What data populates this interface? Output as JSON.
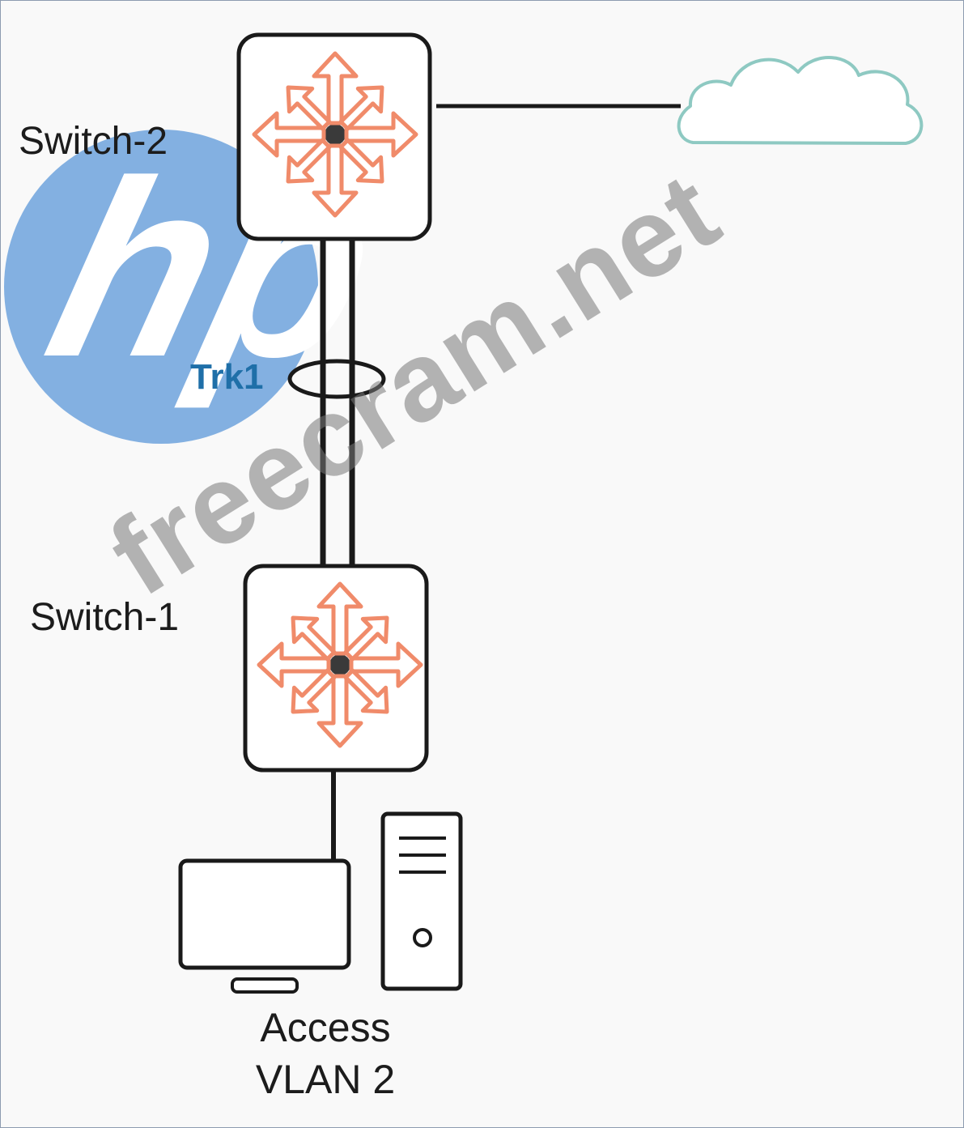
{
  "diagram": {
    "nodes": {
      "switch_2": {
        "label": "Switch-2",
        "icon": "l3-switch-icon"
      },
      "switch_1": {
        "label": "Switch-1",
        "icon": "l3-switch-icon"
      },
      "cloud": {
        "icon": "cloud-icon"
      },
      "endpoint": {
        "label_line1": "Access",
        "label_line2": "VLAN 2",
        "icon": "desktop-computer-icon"
      }
    },
    "links": [
      {
        "from": "switch_2",
        "to": "cloud",
        "type": "single"
      },
      {
        "from": "switch_2",
        "to": "switch_1",
        "type": "link-aggregation",
        "label": "Trk1",
        "member_count": 2
      },
      {
        "from": "switch_1",
        "to": "endpoint",
        "type": "single"
      }
    ]
  },
  "overlays": {
    "watermark_text": "freecram.net",
    "logo_text": "hp"
  },
  "colors": {
    "switch_arrows": "#f08b6a",
    "logo_blue": "#6fa3dd",
    "trunk_label": "#1f6fa8",
    "cloud_outline": "#8ec9c2",
    "watermark": "#8a8a8a"
  }
}
